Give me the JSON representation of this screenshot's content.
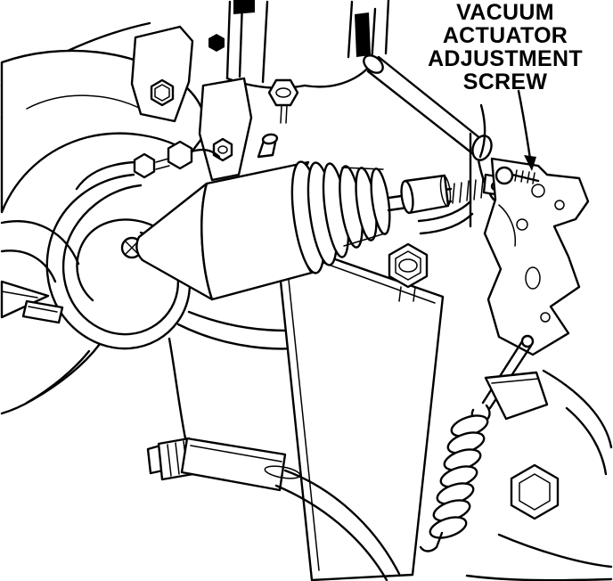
{
  "page": {
    "background_color": "#ffffff",
    "ink_color": "#000000"
  },
  "figure": {
    "callout": {
      "lines": [
        "VACUUM",
        "ACTUATOR",
        "ADJUSTMENT",
        "SCREW"
      ]
    }
  }
}
